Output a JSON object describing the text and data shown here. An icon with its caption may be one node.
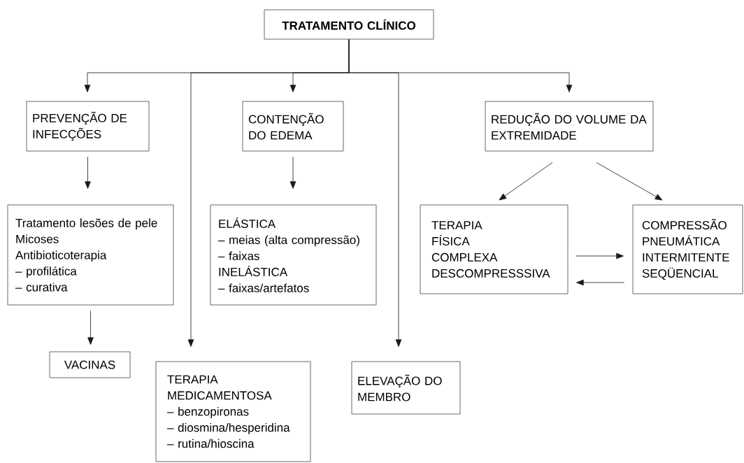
{
  "diagram": {
    "nodes": [
      {
        "text": [
          "TRATAMENTO CLÍNICO"
        ]
      },
      {
        "text": [
          "PREVENÇÃO DE INFECÇÕES"
        ]
      },
      {
        "text": [
          "CONTENÇÃO DO EDEMA"
        ]
      },
      {
        "text": [
          "REDUÇÃO DO VOLUME DA EXTREMIDADE"
        ]
      },
      {
        "text": [
          "Tratamento lesões de pele",
          "Micoses",
          "Antibioticoterapia",
          "– profilática",
          "– curativa"
        ]
      },
      {
        "text": [
          "ELÁSTICA",
          "– meias (alta compressão)",
          "– faixas",
          "INELÁSTICA",
          "– faixas/artefatos"
        ]
      },
      {
        "text": [
          "TERAPIA FÍSICA COMPLEXA DESCOMPRESSSIVA"
        ]
      },
      {
        "text": [
          "COMPRESSÃO PNEUMÁTICA INTERMITENTE SEQÜENCIAL"
        ]
      },
      {
        "text": [
          "VACINAS"
        ]
      },
      {
        "text": [
          "TERAPIA MEDICAMENTOSA",
          "– benzopironas",
          "– diosmina/hesperidina",
          "– rutina/hioscina"
        ]
      },
      {
        "text": [
          "ELEVAÇÃO DO MEMBRO"
        ]
      }
    ],
    "edges": [
      {
        "from": 0,
        "to": 1,
        "arrow": "to"
      },
      {
        "from": 0,
        "to": 9,
        "arrow": "to"
      },
      {
        "from": 0,
        "to": 2,
        "arrow": "to"
      },
      {
        "from": 0,
        "to": 10,
        "arrow": "to"
      },
      {
        "from": 0,
        "to": 3,
        "arrow": "to"
      },
      {
        "from": 1,
        "to": 4,
        "arrow": "to"
      },
      {
        "from": 2,
        "to": 5,
        "arrow": "to"
      },
      {
        "from": 3,
        "to": 6,
        "arrow": "to"
      },
      {
        "from": 3,
        "to": 7,
        "arrow": "to"
      },
      {
        "from": 6,
        "to": 7,
        "arrow": "to"
      },
      {
        "from": 7,
        "to": 6,
        "arrow": "to"
      },
      {
        "from": 4,
        "to": 8,
        "arrow": "to"
      }
    ]
  }
}
